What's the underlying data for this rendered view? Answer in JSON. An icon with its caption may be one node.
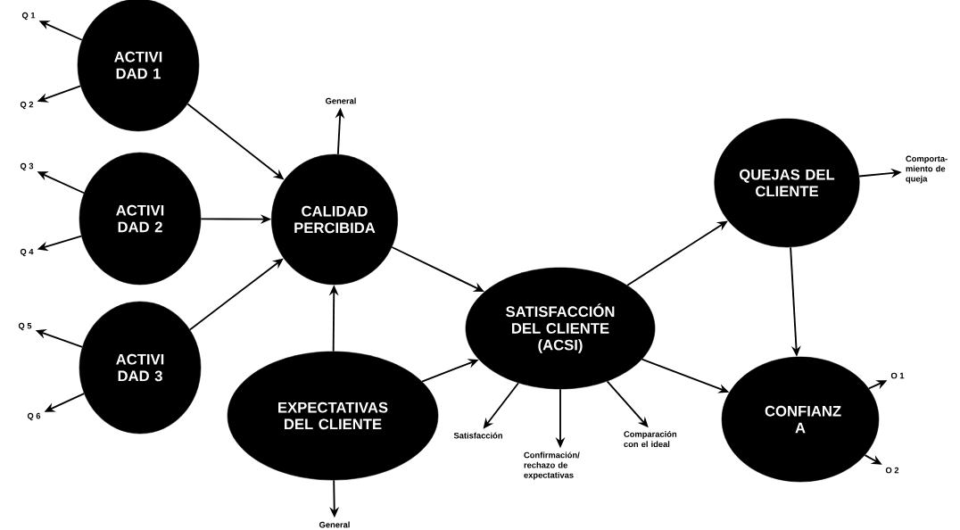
{
  "diagram": {
    "nodes": [
      {
        "text": [
          "ACTIVI DAD 1"
        ]
      },
      {
        "text": [
          "ACTIVI DAD 2"
        ]
      },
      {
        "text": [
          "ACTIVI DAD 3"
        ]
      },
      {
        "text": [
          "CALIDAD PERCIBIDA"
        ]
      },
      {
        "text": [
          "EXPECTATIVAS DEL CLIENTE"
        ]
      },
      {
        "text": [
          "SATISFACCIÓN DEL CLIENTE (ACSI)"
        ]
      },
      {
        "text": [
          "QUEJAS DEL CLIENTE"
        ]
      },
      {
        "text": [
          "CONFIANZ A"
        ]
      },
      {
        "text": [
          "Q 1"
        ]
      },
      {
        "text": [
          "Q 2"
        ]
      },
      {
        "text": [
          "Q 3"
        ]
      },
      {
        "text": [
          "Q 4"
        ]
      },
      {
        "text": [
          "Q 5"
        ]
      },
      {
        "text": [
          "Q 6"
        ]
      },
      {
        "text": [
          "General"
        ]
      },
      {
        "text": [
          "General"
        ]
      },
      {
        "text": [
          "Satisfacción"
        ]
      },
      {
        "text": [
          "Confirmación/ rechazo de expectativas"
        ]
      },
      {
        "text": [
          "Comparación con el ideal"
        ]
      },
      {
        "text": [
          "Comporta- miento de queja"
        ]
      },
      {
        "text": [
          "O 1"
        ]
      },
      {
        "text": [
          "O 2"
        ]
      }
    ],
    "edges": [
      {
        "from": 0,
        "to": 3,
        "arrow": "to"
      },
      {
        "from": 1,
        "to": 3,
        "arrow": "to"
      },
      {
        "from": 2,
        "to": 3,
        "arrow": "to"
      },
      {
        "from": 4,
        "to": 3,
        "arrow": "to"
      },
      {
        "from": 3,
        "to": 5,
        "arrow": "to"
      },
      {
        "from": 4,
        "to": 5,
        "arrow": "to"
      },
      {
        "from": 5,
        "to": 6,
        "arrow": "to"
      },
      {
        "from": 5,
        "to": 7,
        "arrow": "to"
      },
      {
        "from": 6,
        "to": 7,
        "arrow": "to"
      },
      {
        "from": 0,
        "to": 8,
        "arrow": "to"
      },
      {
        "from": 0,
        "to": 9,
        "arrow": "to"
      },
      {
        "from": 1,
        "to": 10,
        "arrow": "to"
      },
      {
        "from": 1,
        "to": 11,
        "arrow": "to"
      },
      {
        "from": 2,
        "to": 12,
        "arrow": "to"
      },
      {
        "from": 2,
        "to": 13,
        "arrow": "to"
      },
      {
        "from": 3,
        "to": 14,
        "arrow": "to"
      },
      {
        "from": 4,
        "to": 15,
        "arrow": "to"
      },
      {
        "from": 5,
        "to": 16,
        "arrow": "to"
      },
      {
        "from": 5,
        "to": 17,
        "arrow": "to"
      },
      {
        "from": 5,
        "to": 18,
        "arrow": "to"
      },
      {
        "from": 6,
        "to": 19,
        "arrow": "to"
      },
      {
        "from": 7,
        "to": 20,
        "arrow": "to"
      },
      {
        "from": 7,
        "to": 21,
        "arrow": "to"
      }
    ]
  }
}
